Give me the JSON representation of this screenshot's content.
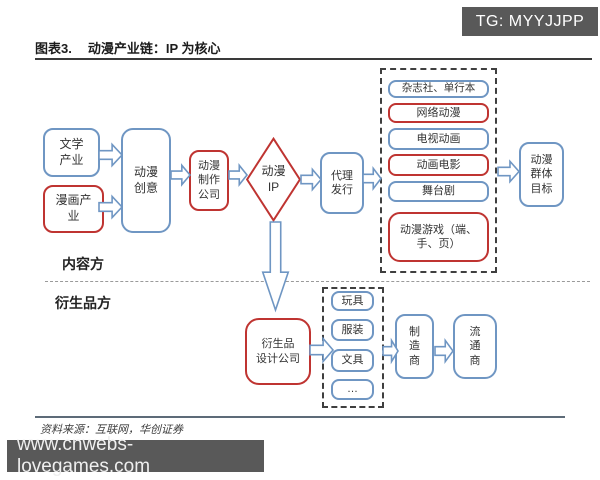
{
  "header": {
    "badge": "TG: MYYJJPP"
  },
  "figure": {
    "label": "图表3.",
    "title": "动漫产业链：IP 为核心",
    "source": "资料来源：互联网，华创证券"
  },
  "watermark": {
    "url": "www.cnwebs-lovegames.com"
  },
  "sections": {
    "content": "内容方",
    "derivative": "衍生品方"
  },
  "nodes": {
    "literature": {
      "label": "文学\n产业"
    },
    "comic": {
      "label": "漫画产\n业"
    },
    "creative": {
      "label": "动漫\n创意"
    },
    "production": {
      "label": "动漫\n制作\n公司"
    },
    "ip": {
      "label": "动漫\nIP"
    },
    "agency": {
      "label": "代理\n发行"
    },
    "target": {
      "label": "动漫\n群体\n目标"
    },
    "design": {
      "label": "衍生品\n设计公司"
    },
    "manufacturer": {
      "label": "制\n造\n商"
    },
    "distributor": {
      "label": "流\n通\n商"
    }
  },
  "channels": {
    "items": [
      {
        "label": "杂志社、单行本",
        "style": "blue"
      },
      {
        "label": "网络动漫",
        "style": "red"
      },
      {
        "label": "电视动画",
        "style": "blue"
      },
      {
        "label": "动画电影",
        "style": "red"
      },
      {
        "label": "舞台剧",
        "style": "blue"
      },
      {
        "label": "动漫游戏（端、\n手、页）",
        "style": "red"
      }
    ]
  },
  "derivatives": {
    "items": [
      {
        "label": "玩具",
        "style": "blue"
      },
      {
        "label": "服装",
        "style": "blue"
      },
      {
        "label": "文具",
        "style": "blue"
      },
      {
        "label": "…",
        "style": "blue"
      }
    ]
  },
  "colors": {
    "accent_blue": "#6f96c3",
    "accent_red": "#bf3431",
    "badge_bg": "#595959",
    "watermark_bg": "#595959"
  }
}
